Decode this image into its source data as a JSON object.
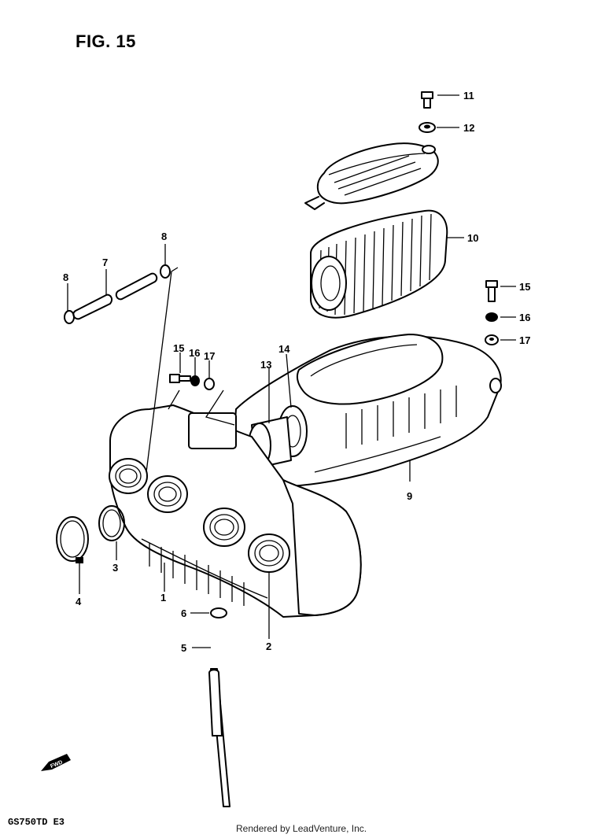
{
  "header": {
    "figure_title": "FIG. 15"
  },
  "footer": {
    "model_code": "GS750TD  E3",
    "render_credit": "Rendered by LeadVenture, Inc."
  },
  "markers": {
    "forward_label": "FWD"
  },
  "callouts": {
    "c1": "1",
    "c2": "2",
    "c3": "3",
    "c4": "4",
    "c5": "5",
    "c6": "6",
    "c7": "7",
    "c8a": "8",
    "c8b": "8",
    "c9": "9",
    "c10": "10",
    "c11": "11",
    "c12": "12",
    "c13": "13",
    "c14": "14",
    "c15a": "15",
    "c15b": "15",
    "c16a": "16",
    "c16b": "16",
    "c17a": "17",
    "c17b": "17"
  }
}
